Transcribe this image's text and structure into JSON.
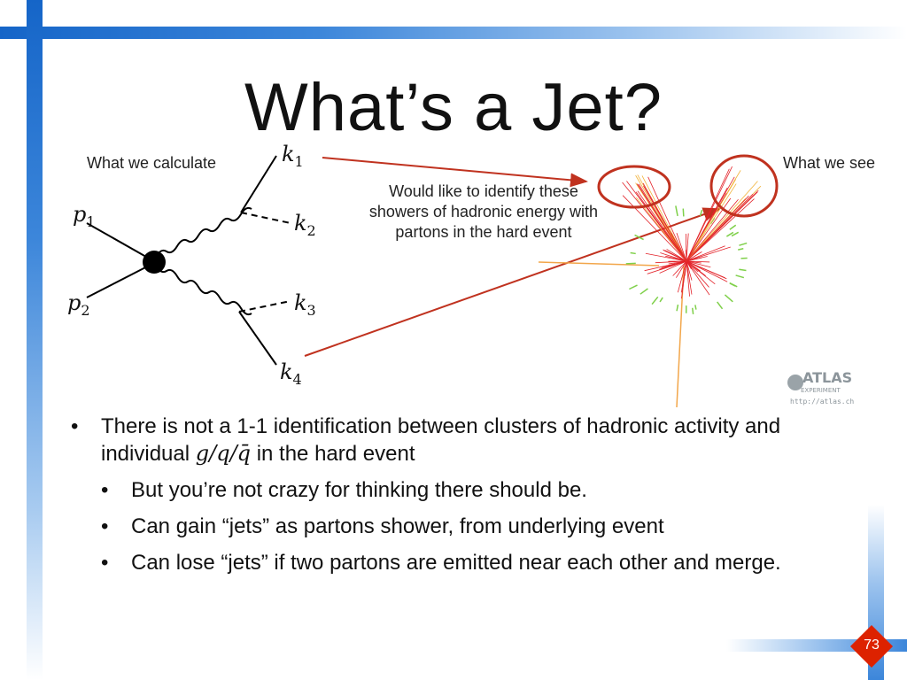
{
  "slide": {
    "title": "What’s a Jet?",
    "page_number": "73"
  },
  "diagram": {
    "left_label": "What we calculate",
    "right_label": "What we see",
    "note": "Would like to identify these showers of hadronic energy with partons in the hard event",
    "particles": {
      "p1": "p",
      "p1_sub": "1",
      "p2": "p",
      "p2_sub": "2",
      "k1": "k",
      "k1_sub": "1",
      "k2": "k",
      "k2_sub": "2",
      "k3": "k",
      "k3_sub": "3",
      "k4": "k",
      "k4_sub": "4"
    },
    "logo": {
      "text": "ATLAS",
      "sub": "EXPERIMENT",
      "url": "http://atlas.ch"
    },
    "colors": {
      "arrow": "#c0321f",
      "ellipse": "#c0321f",
      "track_red": "#e3232a",
      "track_green": "#7fd04a",
      "orange_line": "#f2a64a"
    }
  },
  "bullets": {
    "b1_pre": "There is not a 1-1 identification between clusters of hadronic activity and individual",
    "b1_math": "g/q/q̄",
    "b1_post": "in the hard event",
    "b2": "But you’re not crazy for thinking there should be.",
    "b3": "Can gain “jets” as partons shower, from underlying event",
    "b4": "Can lose “jets” if two partons are emitted near each other and merge."
  }
}
